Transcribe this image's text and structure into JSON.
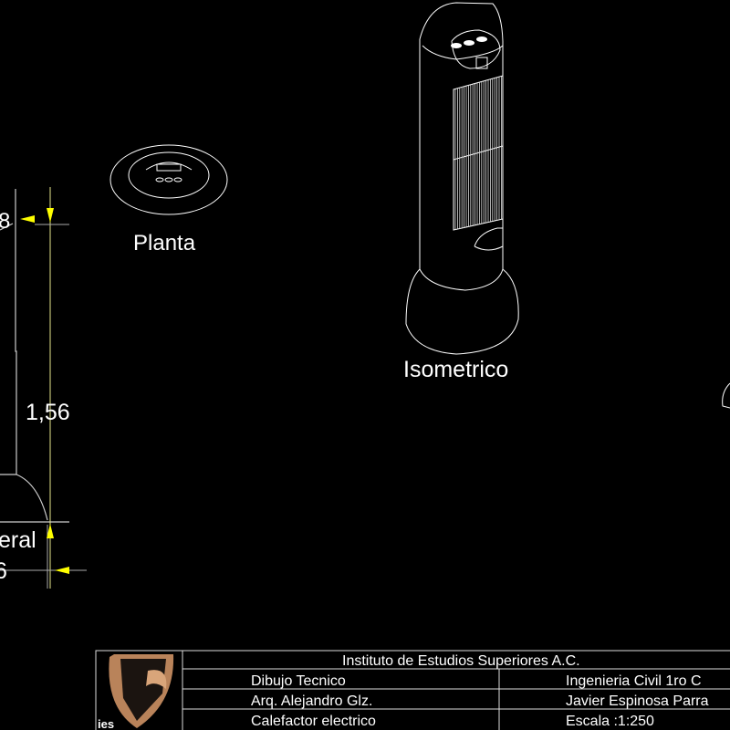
{
  "drawing": {
    "views": {
      "plan_label": "Planta",
      "iso_label": "Isometrico",
      "side_label_fragment": "eral"
    },
    "dimensions": {
      "height": "1,56",
      "top_fragment": "8",
      "bottom_fragment": "6"
    },
    "colors": {
      "background": "#000000",
      "lines": "#ffffff",
      "dimension": "#ffff00"
    }
  },
  "title_block": {
    "institution": "Instituto de Estudios Superiores A.C.",
    "logo_text": "ies",
    "rows": [
      {
        "left": "Dibujo Tecnico",
        "right": "Ingenieria Civil 1ro C"
      },
      {
        "left": "Arq. Alejandro Glz.",
        "right": "Javier Espinosa Parra"
      },
      {
        "left": "Calefactor electrico",
        "right": "Escala :1:250"
      }
    ]
  }
}
